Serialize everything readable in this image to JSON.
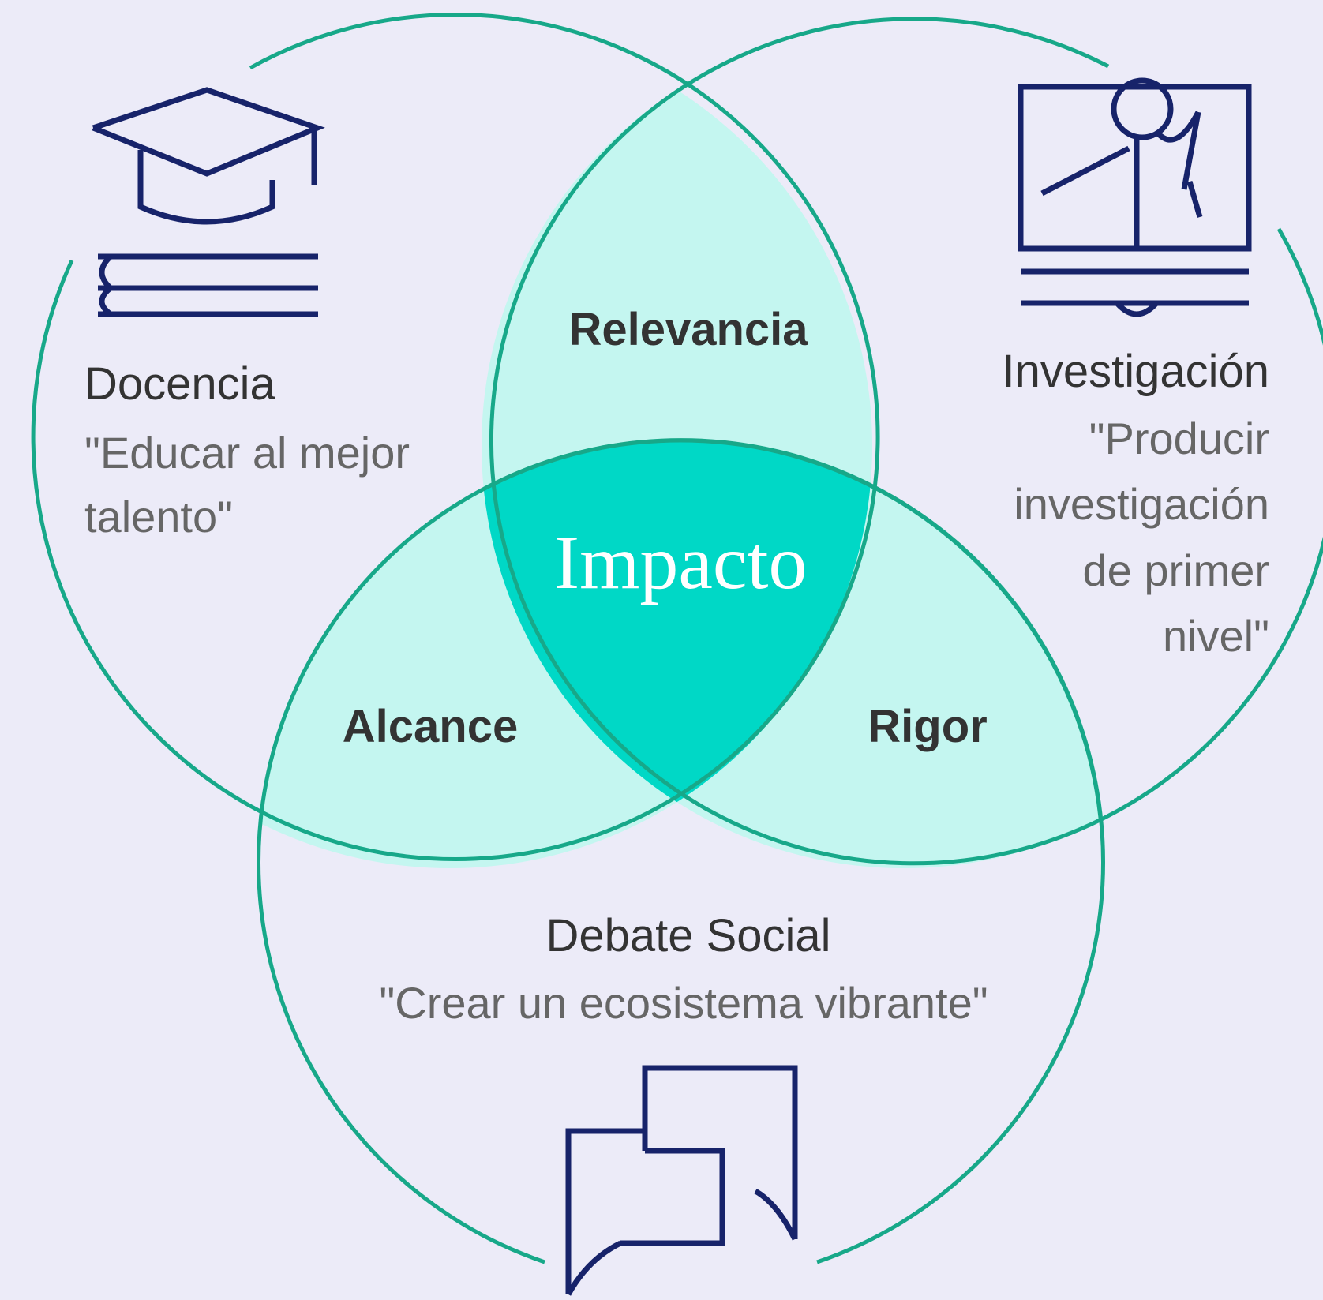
{
  "colors": {
    "background": "#ecebf8",
    "circle_stroke": "#17a889",
    "pair_overlap_fill": "#c4f6f0",
    "center_fill": "#00d8c6",
    "icon_stroke": "#17236a",
    "heading_text": "#333333",
    "quote_text": "#666666",
    "center_text": "#ffffff"
  },
  "center": {
    "label": "Impacto"
  },
  "overlaps": {
    "top": "Relevancia",
    "left": "Alcance",
    "right": "Rigor"
  },
  "docencia": {
    "title": "Docencia",
    "quote_lines": [
      "\"Educar al mejor",
      "talento\""
    ],
    "icon": "graduation-cap-books-icon"
  },
  "investigacion": {
    "title": "Investigación",
    "quote_lines": [
      "\"Producir",
      "investigación",
      "de primer",
      "nivel\""
    ],
    "icon": "research-presentation-icon"
  },
  "debate": {
    "title": "Debate Social",
    "quote_lines": [
      "\"Crear un ecosistema vibrante\""
    ],
    "icon": "speech-bubbles-icon"
  }
}
